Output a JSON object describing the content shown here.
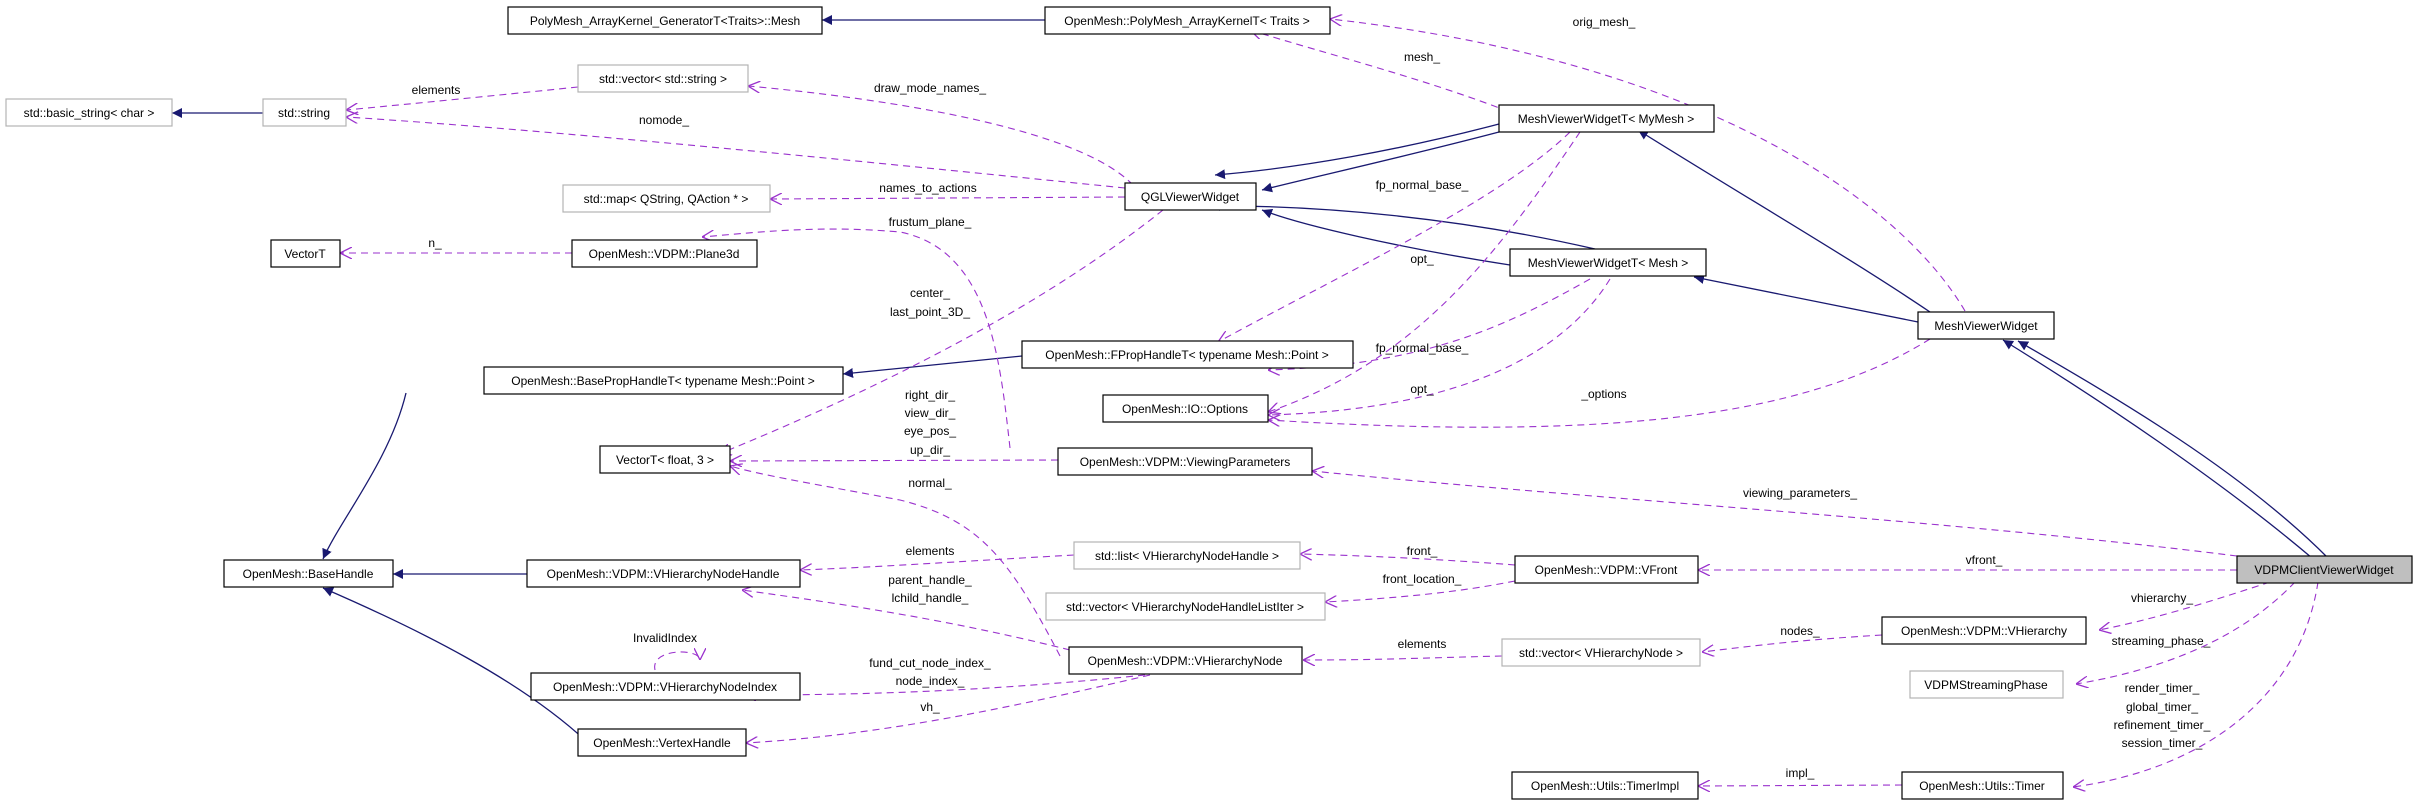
{
  "nodes": {
    "array_kernel_generator": "PolyMesh_ArrayKernel_GeneratorT<Traits>::Mesh",
    "array_kernel": "OpenMesh::PolyMesh_ArrayKernelT< Traits >",
    "basic_string": "std::basic_string< char >",
    "std_string": "std::string",
    "vector_string": "std::vector< std::string >",
    "mesh_viewer_mymesh": "MeshViewerWidgetT< MyMesh >",
    "map_qstring": "std::map< QString, QAction * >",
    "qgl_viewer": "QGLViewerWidget",
    "vectort": "VectorT",
    "plane3d": "OpenMesh::VDPM::Plane3d",
    "mesh_viewer_mesh": "MeshViewerWidgetT< Mesh >",
    "mesh_viewer_widget": "MeshViewerWidget",
    "fprop_handle": "OpenMesh::FPropHandleT< typename Mesh::Point >",
    "baseprop_handle": "OpenMesh::BasePropHandleT< typename Mesh::Point >",
    "io_options": "OpenMesh::IO::Options",
    "vectort_float3": "VectorT< float, 3 >",
    "viewing_parameters": "OpenMesh::VDPM::ViewingParameters",
    "base_handle": "OpenMesh::BaseHandle",
    "vhnode_handle": "OpenMesh::VDPM::VHierarchyNodeHandle",
    "list_vhnode_handle": "std::list< VHierarchyNodeHandle >",
    "vfront": "OpenMesh::VDPM::VFront",
    "vdpm_client": "VDPMClientViewerWidget",
    "vector_vhnode_iter": "std::vector< VHierarchyNodeHandleListIter >",
    "vhierarchy": "OpenMesh::VDPM::VHierarchy",
    "vhnode_index": "OpenMesh::VDPM::VHierarchyNodeIndex",
    "vhnode": "OpenMesh::VDPM::VHierarchyNode",
    "vector_vhnode": "std::vector< VHierarchyNode >",
    "streaming_phase": "VDPMStreamingPhase",
    "vertex_handle": "OpenMesh::VertexHandle",
    "timer_impl": "OpenMesh::Utils::TimerImpl",
    "timer": "OpenMesh::Utils::Timer"
  },
  "edge_labels": {
    "orig_mesh": "orig_mesh_",
    "mesh": "mesh_",
    "elements_string": "elements",
    "draw_mode_names": "draw_mode_names_",
    "nomode": "nomode_",
    "names_to_actions": "names_to_actions",
    "fp_normal_base_1": "fp_normal_base_",
    "n": "n_",
    "frustum_plane": "frustum_plane_",
    "opt_1": "opt_",
    "center": "center_",
    "last_point_3d": "last_point_3D_",
    "fp_normal_base_2": "fp_normal_base_",
    "right_dir": "right_dir_",
    "view_dir": "view_dir_",
    "eye_pos": "eye_pos_",
    "up_dir": "up_dir_",
    "opt_2": "opt_",
    "options": "_options",
    "viewing_parameters": "viewing_parameters_",
    "normal": "normal_",
    "elements_list": "elements",
    "front": "front_",
    "vfront": "vfront_",
    "front_location": "front_location_",
    "parent_handle": "parent_handle_",
    "lchild_handle": "lchild_handle_",
    "vhierarchy": "vhierarchy_",
    "invalid_index": "InvalidIndex",
    "elements_vector": "elements",
    "nodes": "nodes_",
    "streaming_phase": "streaming_phase_",
    "fund_cut_node_index": "fund_cut_node_index_",
    "node_index": "node_index_",
    "render_timer": "render_timer_",
    "global_timer": "global_timer_",
    "refinement_timer": "refinement_timer_",
    "session_timer": "session_timer_",
    "vh": "vh_",
    "impl": "impl_"
  },
  "colors": {
    "inheritance_edge": "#191970",
    "usage_edge": "#9a32cd",
    "node_border": "#000000",
    "external_node_border": "#b3b3b3",
    "focus_node_fill": "#bfbfbf"
  }
}
